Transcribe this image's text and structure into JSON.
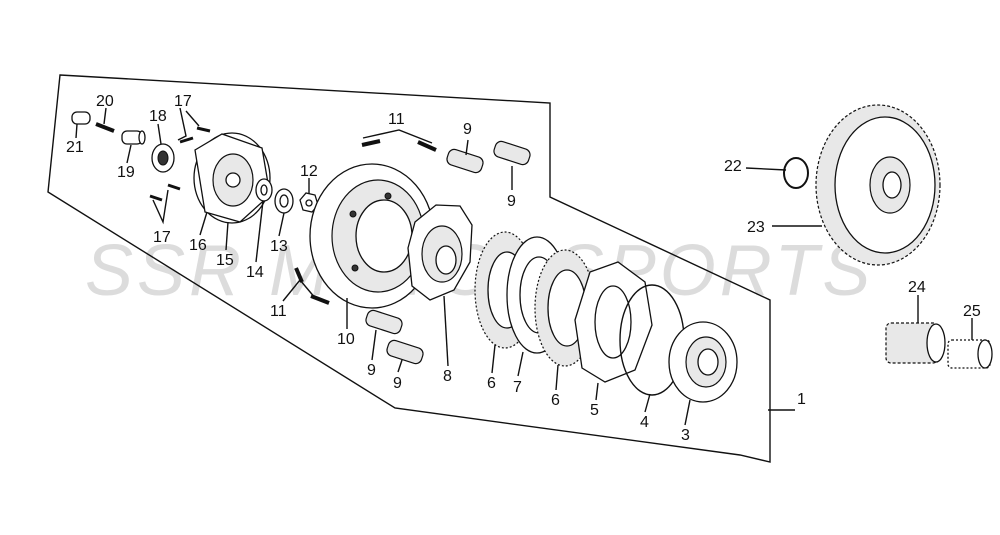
{
  "watermark": "SSR MOTORSPORTS",
  "part_numbers": [
    "1",
    "3",
    "4",
    "5",
    "6",
    "6",
    "7",
    "8",
    "9",
    "9",
    "9",
    "9",
    "10",
    "11",
    "11",
    "12",
    "13",
    "14",
    "15",
    "16",
    "17",
    "17",
    "18",
    "19",
    "20",
    "21",
    "22",
    "23",
    "24",
    "25"
  ]
}
